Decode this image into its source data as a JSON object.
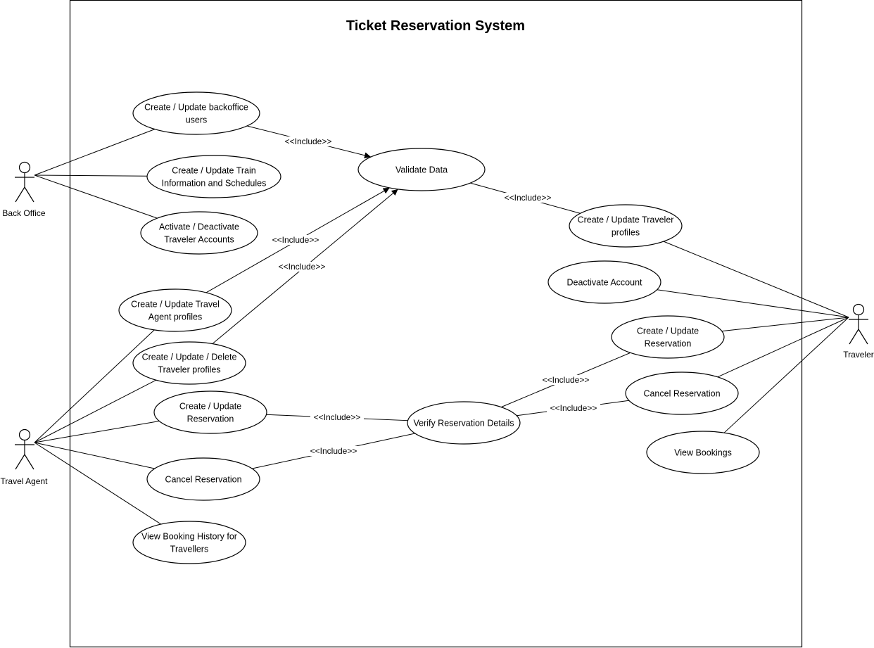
{
  "diagram": {
    "title": "Ticket Reservation System",
    "actors": [
      {
        "id": "back-office",
        "label": "Back Office"
      },
      {
        "id": "travel-agent",
        "label": "Travel Agent"
      },
      {
        "id": "traveler",
        "label": "Traveler"
      }
    ],
    "use_cases": [
      {
        "id": "bo-users",
        "lines": [
          "Create / Update backoffice",
          "users"
        ]
      },
      {
        "id": "bo-train",
        "lines": [
          "Create / Update Train",
          "Information and Schedules"
        ]
      },
      {
        "id": "bo-activate",
        "lines": [
          "Activate / Deactivate",
          "Traveler Accounts"
        ]
      },
      {
        "id": "validate",
        "lines": [
          "Validate Data"
        ]
      },
      {
        "id": "tr-profiles",
        "lines": [
          "Create / Update Traveler",
          "profiles"
        ]
      },
      {
        "id": "tr-deactivate",
        "lines": [
          "Deactivate Account"
        ]
      },
      {
        "id": "tr-reservation",
        "lines": [
          "Create / Update",
          "Reservation"
        ]
      },
      {
        "id": "tr-cancel",
        "lines": [
          "Cancel Reservation"
        ]
      },
      {
        "id": "tr-bookings",
        "lines": [
          "View Bookings"
        ]
      },
      {
        "id": "ta-agent-profiles",
        "lines": [
          "Create / Update Travel",
          "Agent profiles"
        ]
      },
      {
        "id": "ta-traveler-profiles",
        "lines": [
          "Create / Update / Delete",
          "Traveler profiles"
        ]
      },
      {
        "id": "ta-reservation",
        "lines": [
          "Create / Update",
          "Reservation"
        ]
      },
      {
        "id": "ta-cancel",
        "lines": [
          "Cancel Reservation"
        ]
      },
      {
        "id": "ta-history",
        "lines": [
          "View Booking History for",
          "Travellers"
        ]
      },
      {
        "id": "verify",
        "lines": [
          "Verify Reservation Details"
        ]
      }
    ],
    "associations": [
      [
        "back-office",
        "bo-users"
      ],
      [
        "back-office",
        "bo-train"
      ],
      [
        "back-office",
        "bo-activate"
      ],
      [
        "travel-agent",
        "ta-agent-profiles"
      ],
      [
        "travel-agent",
        "ta-traveler-profiles"
      ],
      [
        "travel-agent",
        "ta-reservation"
      ],
      [
        "travel-agent",
        "ta-cancel"
      ],
      [
        "travel-agent",
        "ta-history"
      ],
      [
        "traveler",
        "tr-profiles"
      ],
      [
        "traveler",
        "tr-deactivate"
      ],
      [
        "traveler",
        "tr-reservation"
      ],
      [
        "traveler",
        "tr-cancel"
      ],
      [
        "traveler",
        "tr-bookings"
      ]
    ],
    "include_label": "<<Include>>",
    "includes": [
      {
        "from": "bo-users",
        "to": "validate"
      },
      {
        "from": "validate",
        "to": "tr-profiles"
      },
      {
        "from": "ta-agent-profiles",
        "to": "validate"
      },
      {
        "from": "ta-traveler-profiles",
        "to": "validate"
      },
      {
        "from": "ta-reservation",
        "to": "verify"
      },
      {
        "from": "ta-cancel",
        "to": "verify"
      },
      {
        "from": "verify",
        "to": "tr-reservation"
      },
      {
        "from": "verify",
        "to": "tr-cancel"
      }
    ]
  }
}
